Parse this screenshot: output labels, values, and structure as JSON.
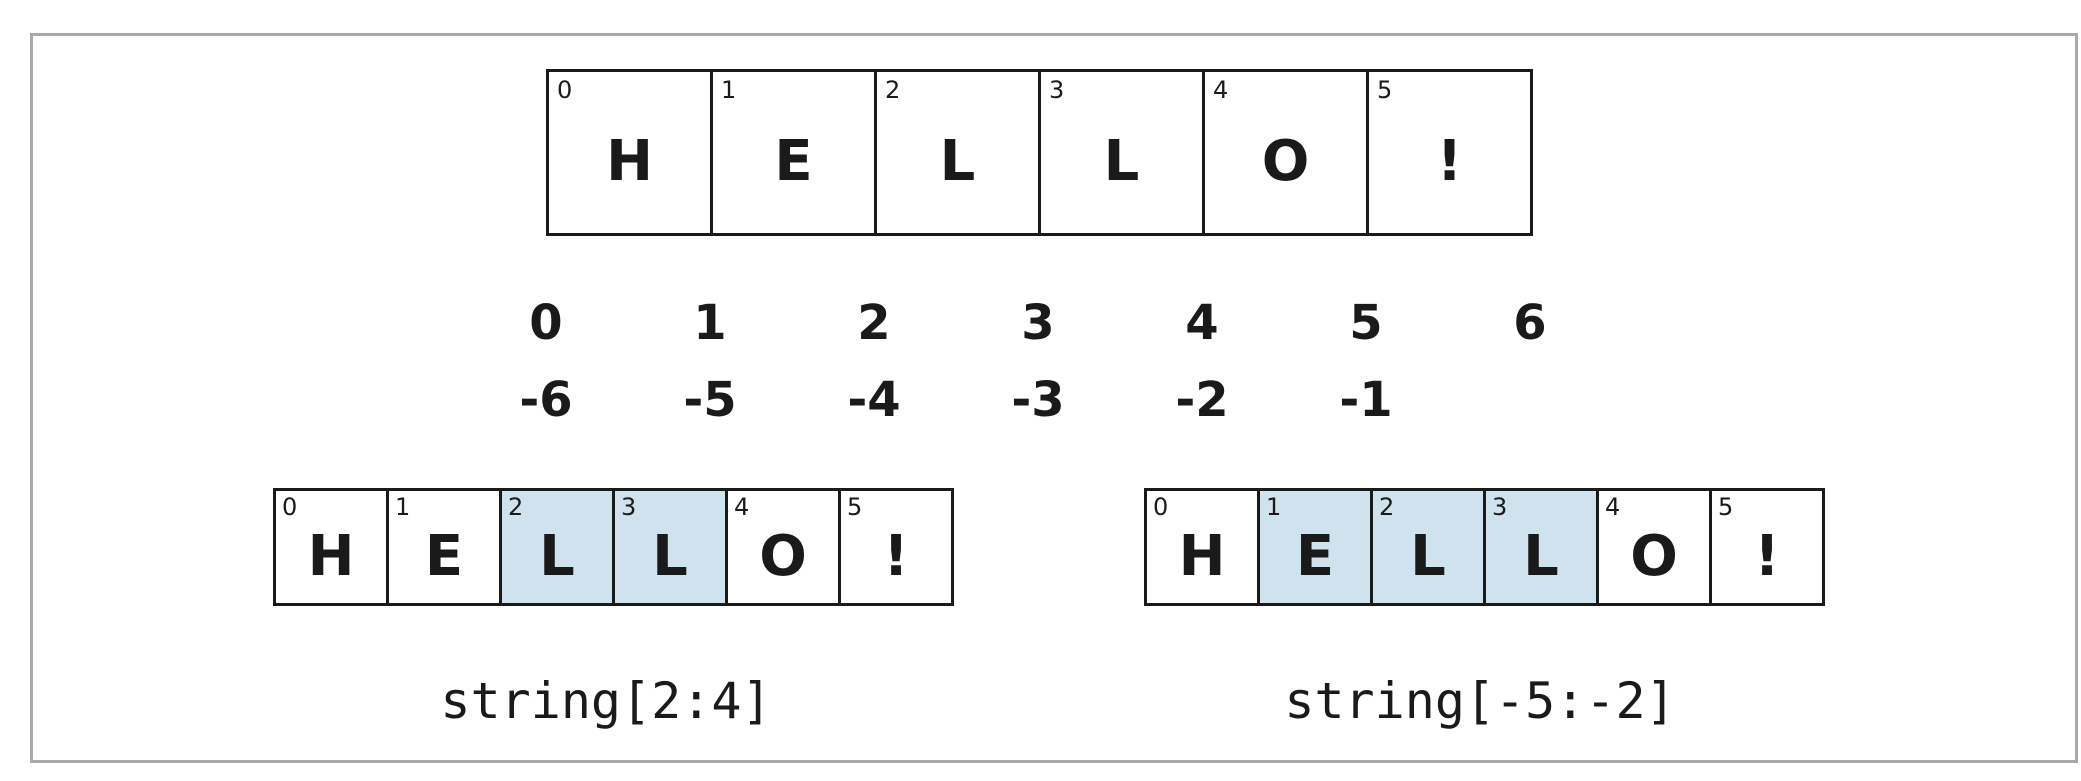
{
  "main_string": {
    "cells": [
      {
        "index": "0",
        "char": "H"
      },
      {
        "index": "1",
        "char": "E"
      },
      {
        "index": "2",
        "char": "L"
      },
      {
        "index": "3",
        "char": "L"
      },
      {
        "index": "4",
        "char": "O"
      },
      {
        "index": "5",
        "char": "!"
      }
    ]
  },
  "positive_offsets": [
    "0",
    "1",
    "2",
    "3",
    "4",
    "5",
    "6"
  ],
  "negative_offsets": [
    "-6",
    "-5",
    "-4",
    "-3",
    "-2",
    "-1"
  ],
  "slice_examples": [
    {
      "caption": "string[2:4]",
      "cells": [
        {
          "index": "0",
          "char": "H",
          "highlighted": false
        },
        {
          "index": "1",
          "char": "E",
          "highlighted": false
        },
        {
          "index": "2",
          "char": "L",
          "highlighted": true
        },
        {
          "index": "3",
          "char": "L",
          "highlighted": true
        },
        {
          "index": "4",
          "char": "O",
          "highlighted": false
        },
        {
          "index": "5",
          "char": "!",
          "highlighted": false
        }
      ]
    },
    {
      "caption": "string[-5:-2]",
      "cells": [
        {
          "index": "0",
          "char": "H",
          "highlighted": false
        },
        {
          "index": "1",
          "char": "E",
          "highlighted": true
        },
        {
          "index": "2",
          "char": "L",
          "highlighted": true
        },
        {
          "index": "3",
          "char": "L",
          "highlighted": true
        },
        {
          "index": "4",
          "char": "O",
          "highlighted": false
        },
        {
          "index": "5",
          "char": "!",
          "highlighted": false
        }
      ]
    }
  ],
  "colors": {
    "highlight": "#cfe3ef",
    "border": "#1a1a1a",
    "frame": "#a9a9a9"
  }
}
